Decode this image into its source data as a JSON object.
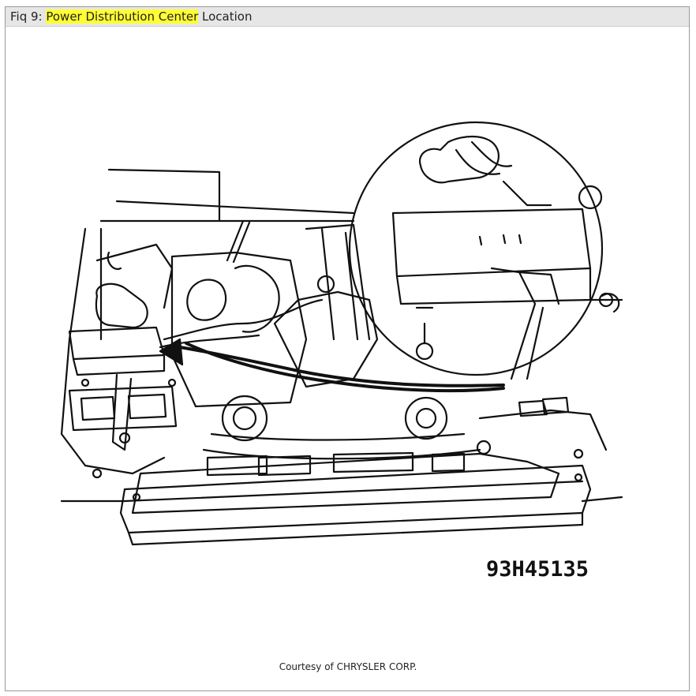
{
  "title": {
    "prefix": "Fiq 9: ",
    "highlight": "Power Distribution Center",
    "suffix": " Location"
  },
  "figure_code": "93H45135",
  "credit": "Courtesy of CHRYSLER CORP.",
  "colors": {
    "highlight": "#ffff33",
    "line": "#111111",
    "titlebar": "#e6e6e6"
  }
}
